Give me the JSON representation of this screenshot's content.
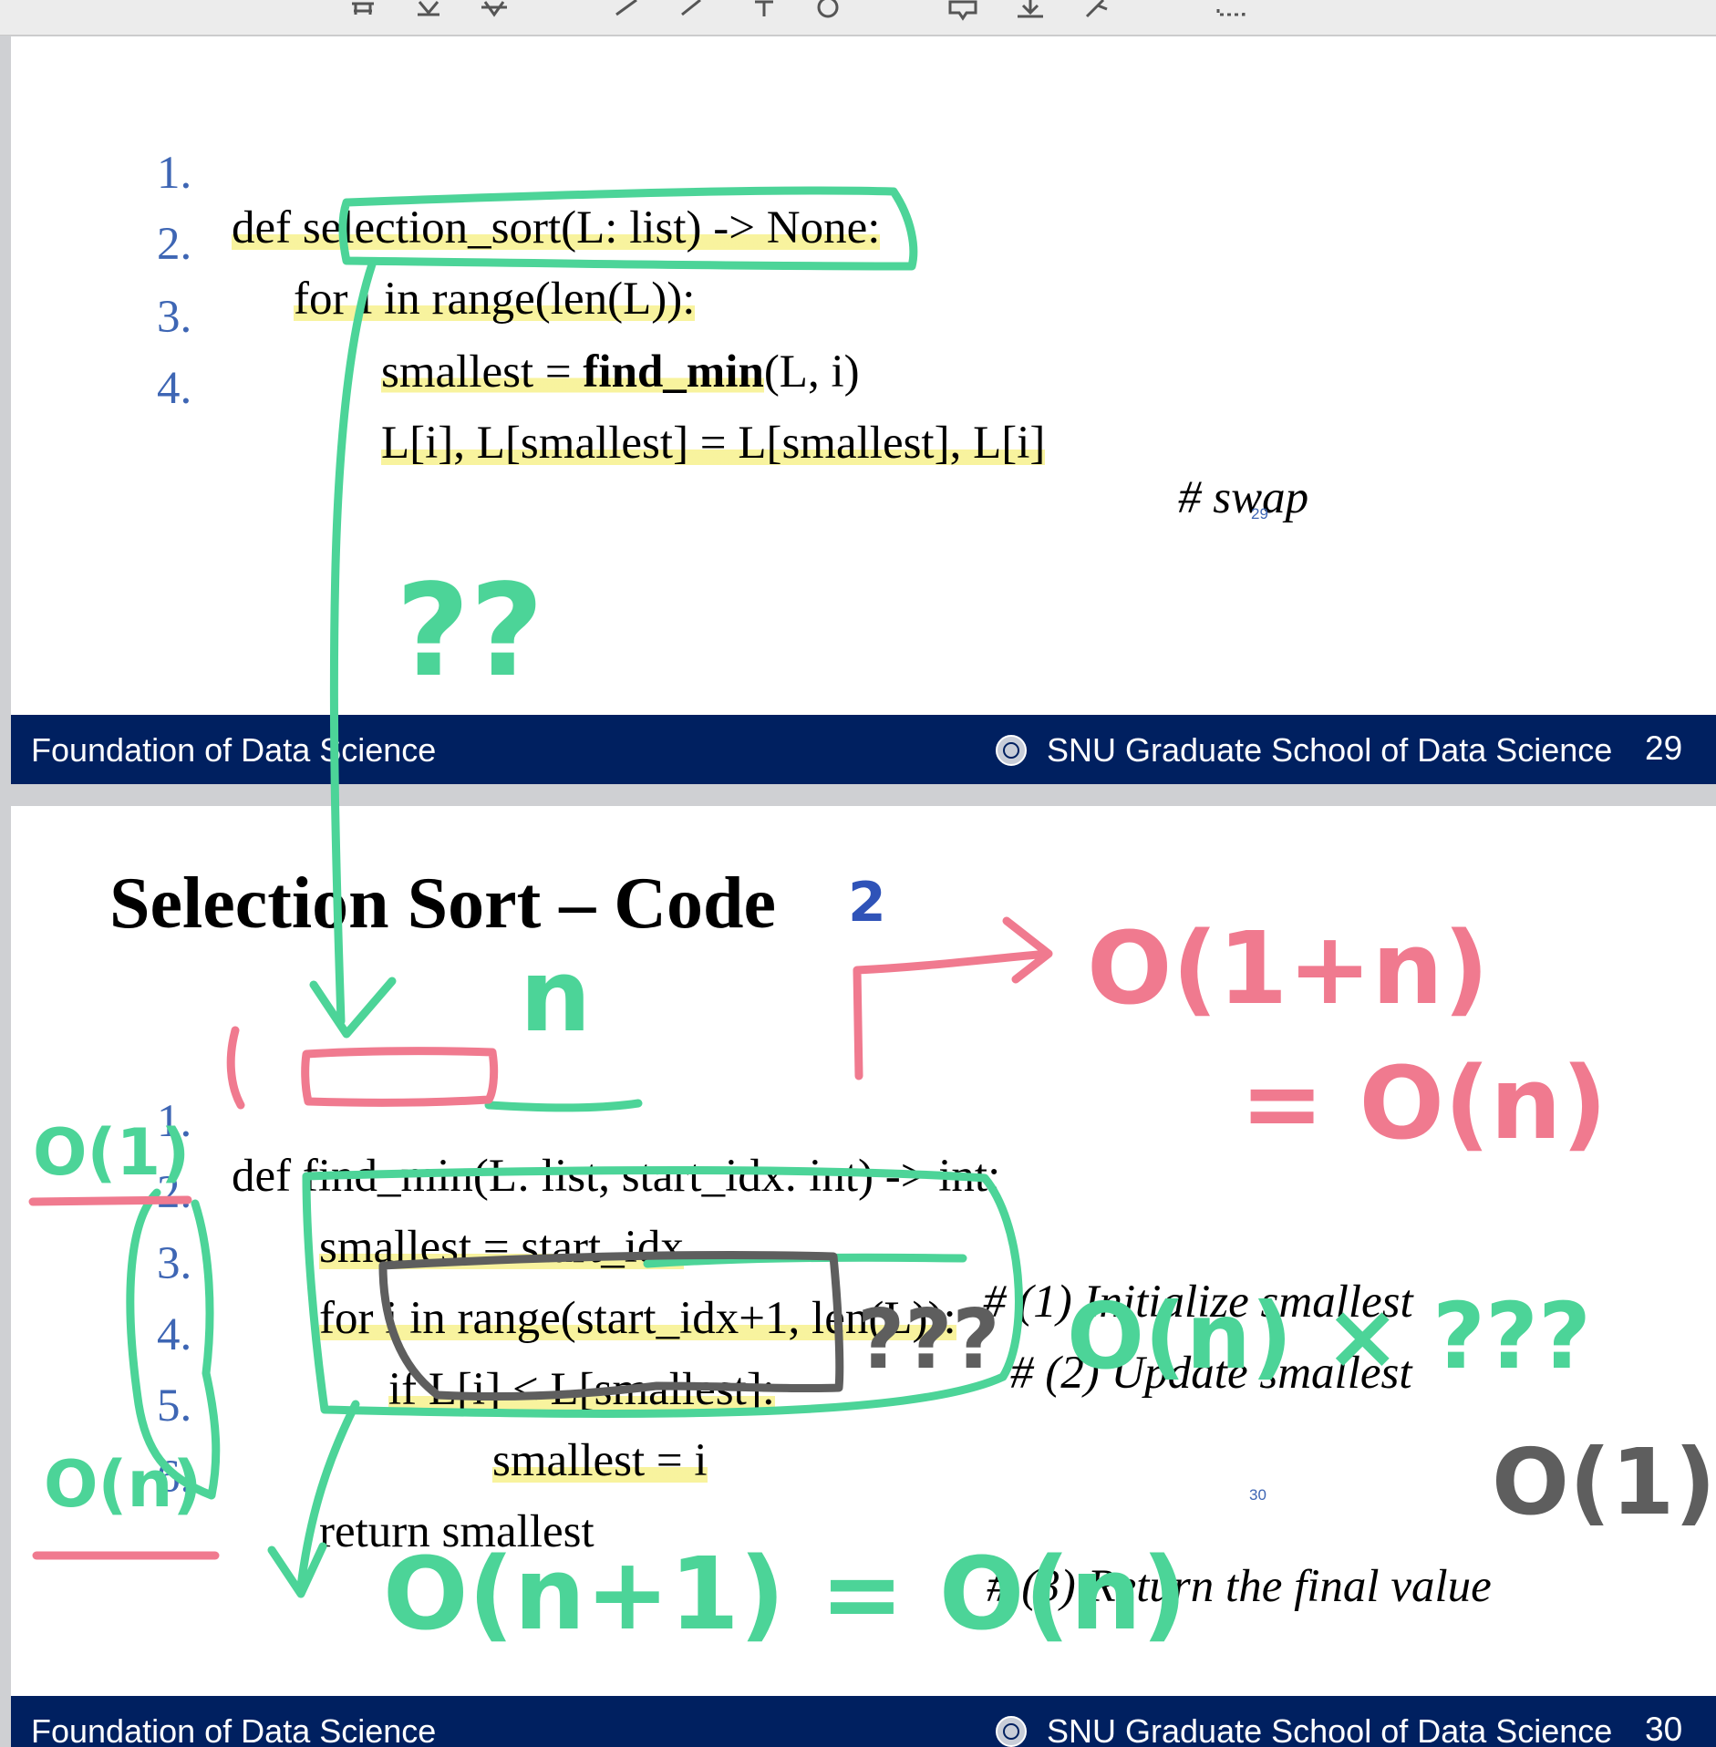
{
  "slides": [
    {
      "lines": [
        {
          "num": "1.",
          "code": "def selection_sort(L: list) -> None:"
        },
        {
          "num": "2.",
          "code": "for i in range(len(L)):"
        },
        {
          "num": "3.",
          "code_pre": "smallest = ",
          "code_bold": "find_min",
          "code_post": "(L, i)"
        },
        {
          "num": "4.",
          "code": "L[i], L[smallest] = L[smallest], L[i]",
          "comment": "# swap"
        }
      ],
      "small_page_number": "29",
      "footer": {
        "left": "Foundation of Data Science",
        "right": "SNU Graduate School of Data Science",
        "page": "29"
      }
    },
    {
      "title": "Selection Sort – Code",
      "lines": [
        {
          "num": "1.",
          "code": "def find_min(L: list, start_idx: int) -> int:"
        },
        {
          "num": "2.",
          "code": "smallest = start_idx",
          "comment": "# (1) Initialize smallest"
        },
        {
          "num": "3.",
          "code": "for i in range(start_idx+1, len(L)):",
          "comment": "# (2) Update smallest"
        },
        {
          "num": "4.",
          "code": "if L[i] < L[smallest]:"
        },
        {
          "num": "5.",
          "code": "smallest = i"
        },
        {
          "num": "6.",
          "code": "return smallest",
          "comment": "# (3) Return the final value"
        }
      ],
      "small_page_number": "30",
      "footer": {
        "left": "Foundation of Data Science",
        "right": "SNU Graduate School of Data Science",
        "page": "30"
      }
    }
  ],
  "annotations": {
    "title_mark": "2",
    "q1": "??",
    "n_label": "n",
    "o1n": "O(1+n)",
    "eq_on": "= O(n)",
    "qqq_left": "???",
    "on_times": "O(n) × ???",
    "o1_right": "O(1)",
    "o1_left": "O(1)",
    "on_left": "O(n)",
    "bottom": "O(n+1) = O(n)"
  },
  "colors": {
    "footer": "#002060",
    "line_number": "#3e66b4",
    "ink_green": "#4cd498",
    "ink_pink": "#f07a8f",
    "ink_gray": "#5e5e5e",
    "ink_blue": "#2f53b8",
    "highlight": "#f5ee78"
  }
}
